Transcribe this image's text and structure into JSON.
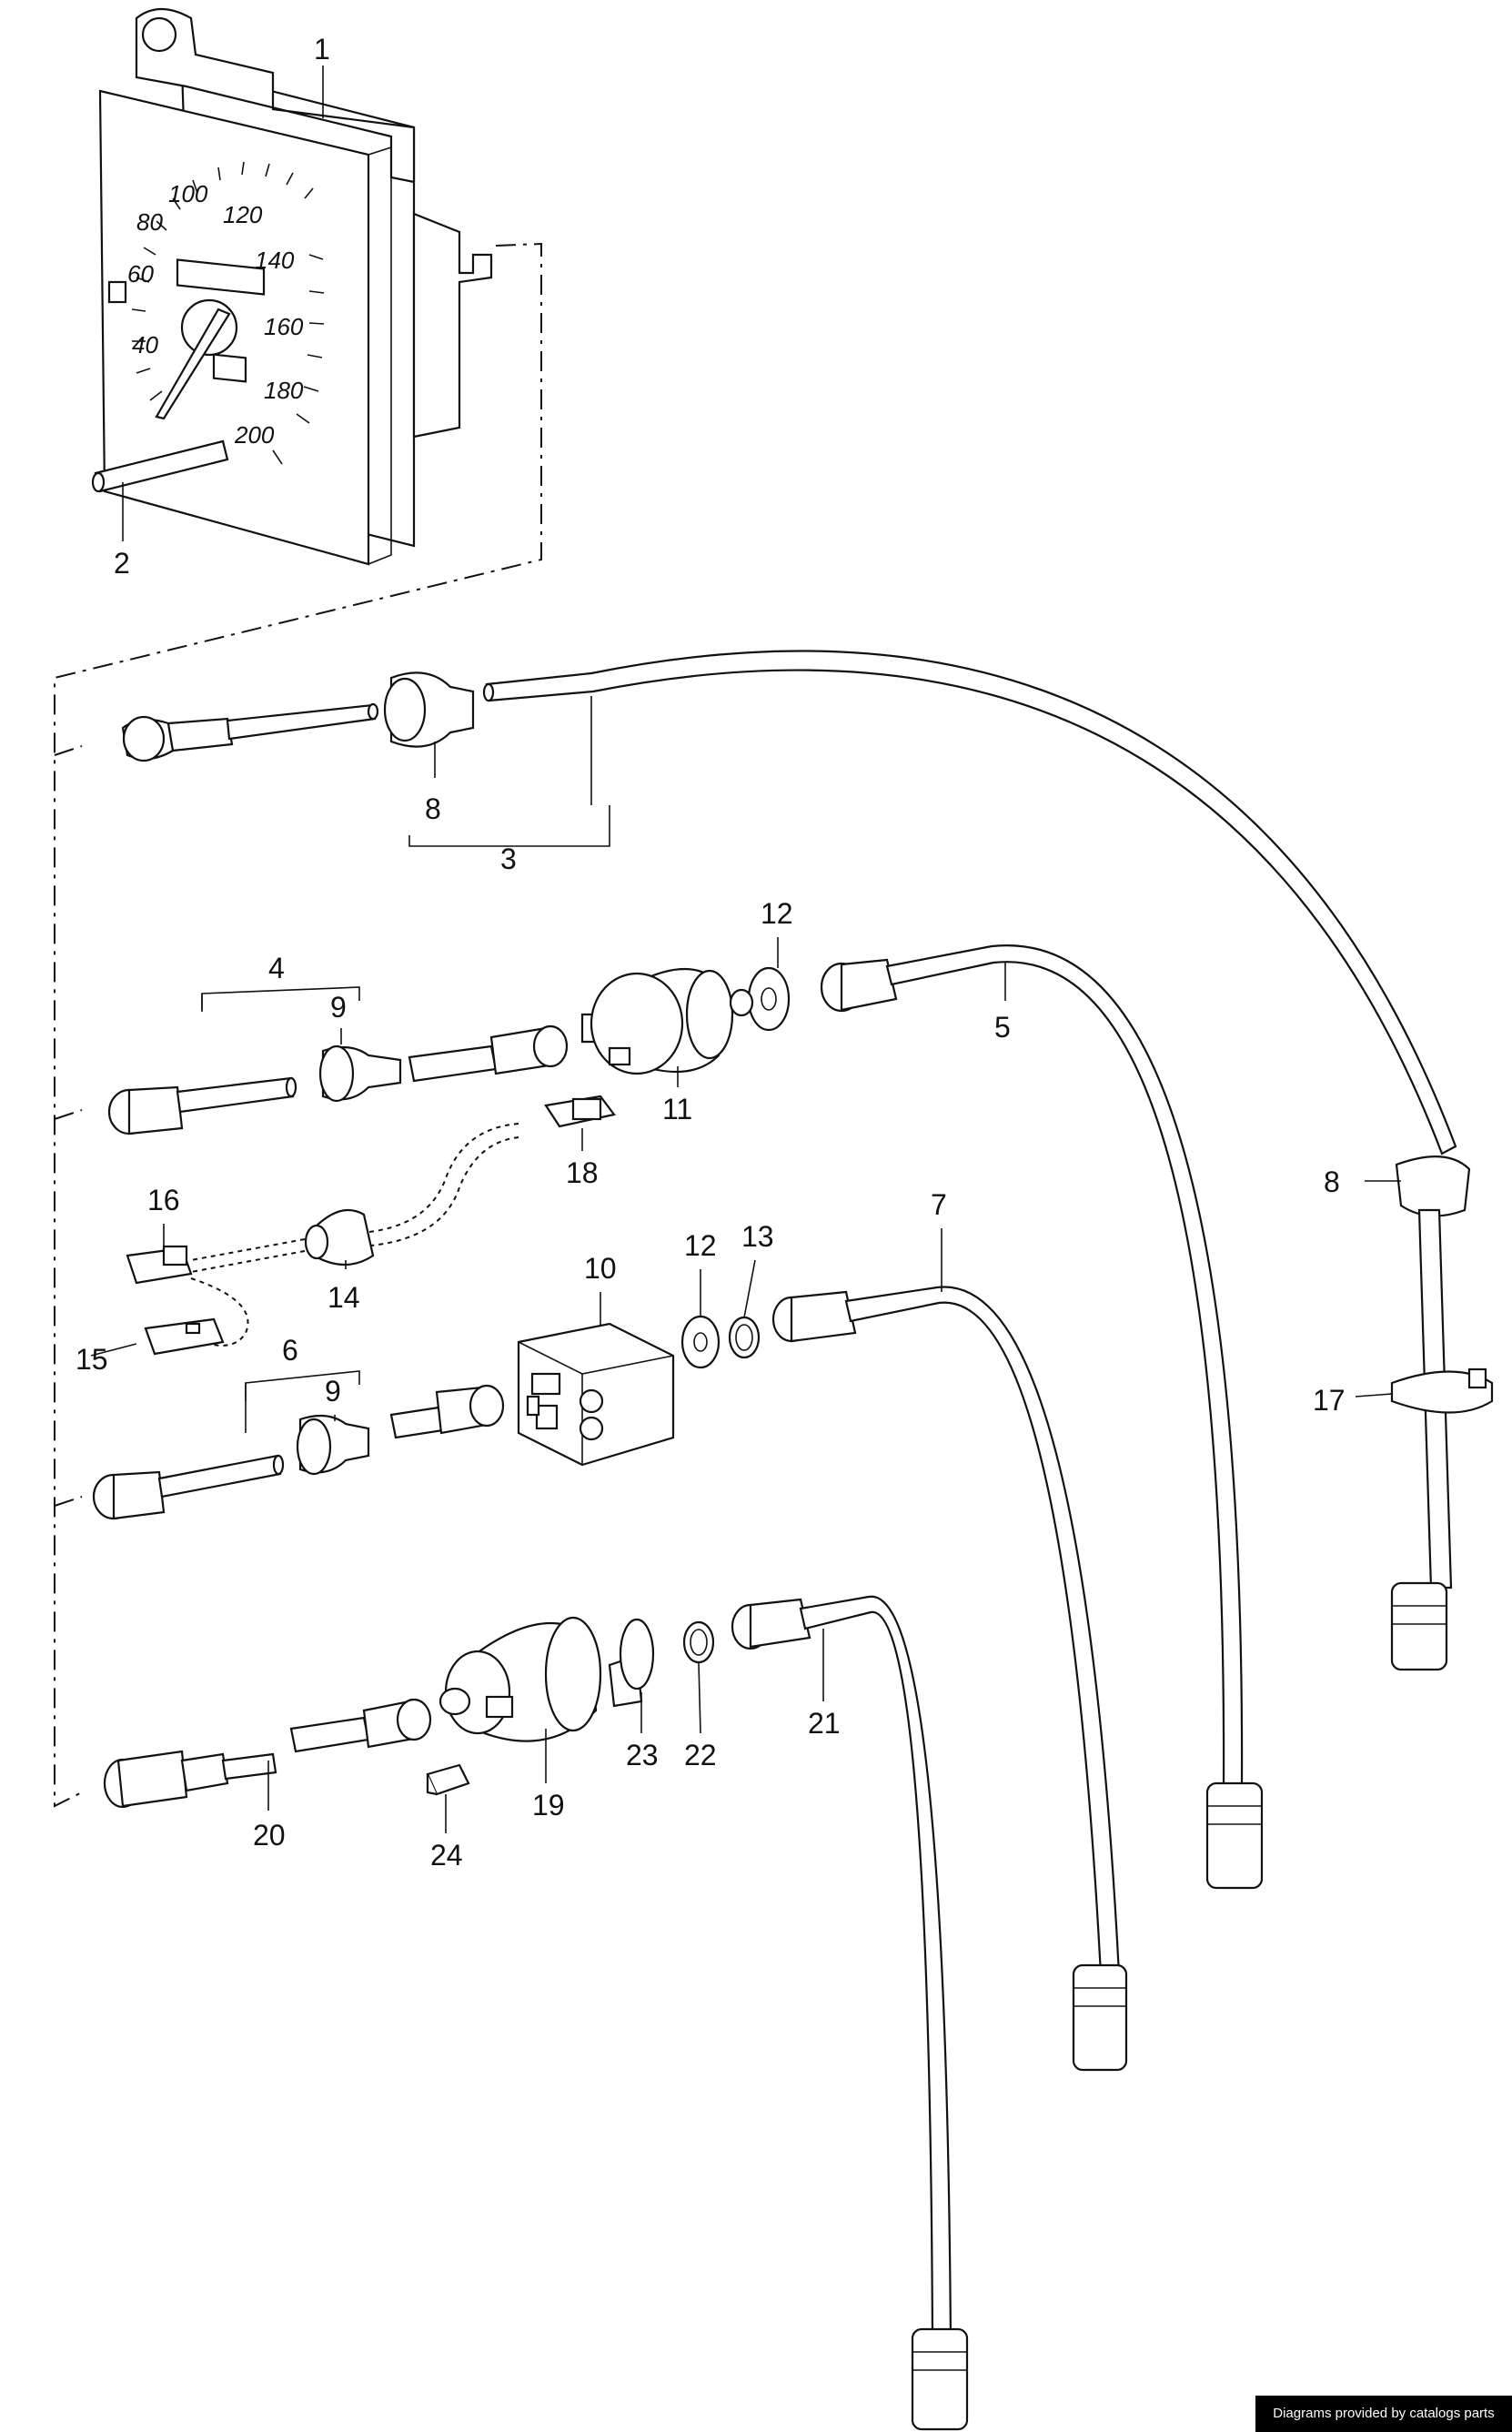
{
  "diagram": {
    "callouts": [
      "1",
      "2",
      "3",
      "4",
      "5",
      "6",
      "7",
      "8",
      "8",
      "9",
      "9",
      "10",
      "11",
      "12",
      "12",
      "13",
      "14",
      "15",
      "16",
      "17",
      "18",
      "19",
      "20",
      "21",
      "22",
      "23",
      "24"
    ],
    "dial_labels": [
      "40",
      "60",
      "80",
      "100",
      "120",
      "140",
      "160",
      "180",
      "200"
    ]
  },
  "footer": {
    "credit": "Diagrams provided by catalogs parts"
  }
}
